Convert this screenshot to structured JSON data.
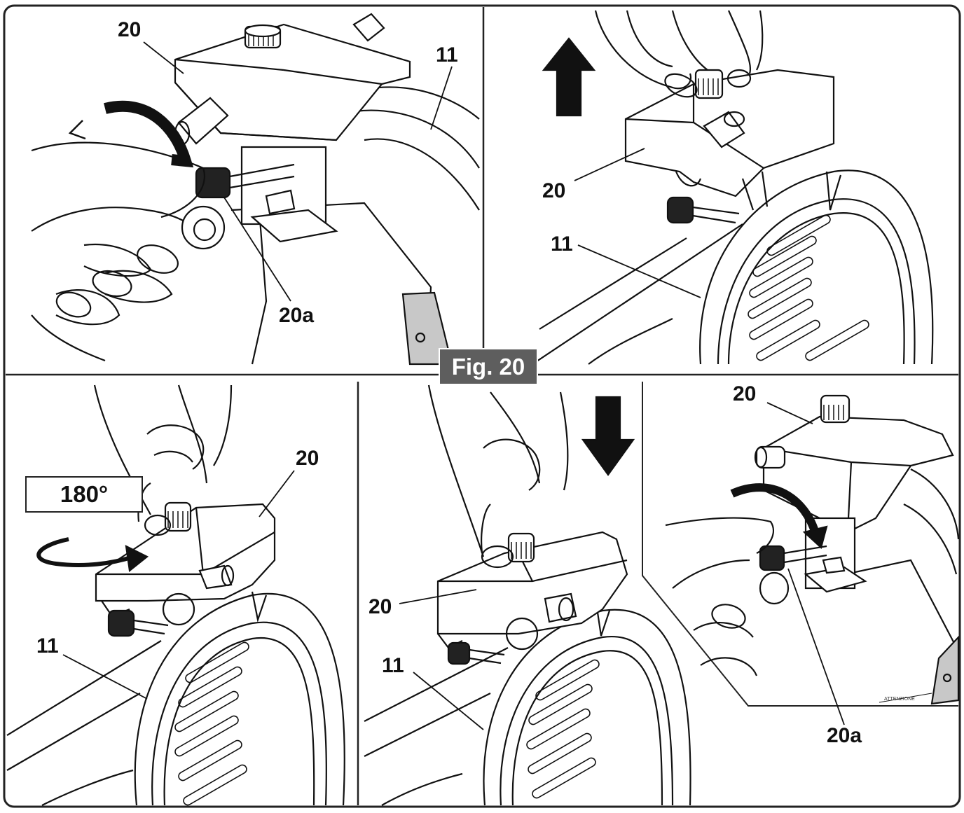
{
  "figure": {
    "label": "Fig. 20"
  },
  "panels": [
    {
      "id": "panel-1",
      "labels": {
        "knob": "20",
        "blade": "11",
        "screw": "20a"
      }
    },
    {
      "id": "panel-2",
      "labels": {
        "knob": "20",
        "blade": "11"
      }
    },
    {
      "id": "panel-3",
      "labels": {
        "knob": "20",
        "blade": "11"
      },
      "rotation": "180°"
    },
    {
      "id": "panel-4",
      "labels": {
        "knob": "20",
        "blade": "11"
      }
    },
    {
      "id": "panel-5",
      "labels": {
        "knob": "20",
        "screw": "20a"
      },
      "sticker": "ATTENZIONE"
    }
  ],
  "icons": [
    "hand-icon",
    "sharpener-icon",
    "blade-icon",
    "arrow-up-icon",
    "arrow-down-icon",
    "rotate-arrow-icon"
  ],
  "colors": {
    "line": "#111111",
    "badge": "#5e5e5e",
    "fill": "#ffffff"
  }
}
